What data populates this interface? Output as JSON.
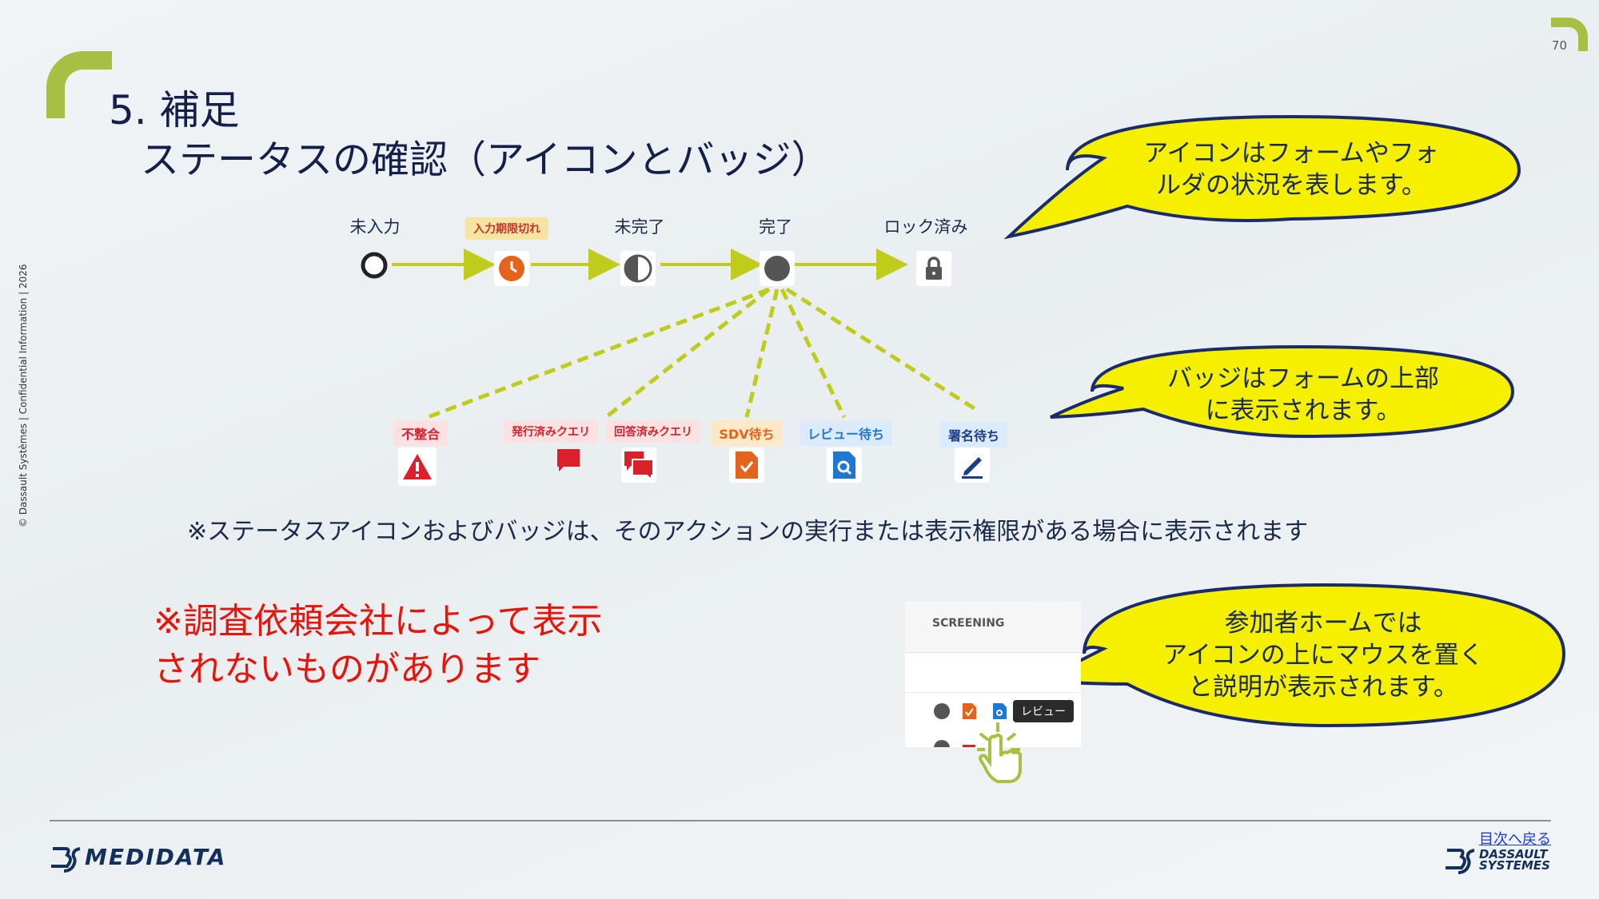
{
  "page_number": "70",
  "title": {
    "line1": "5. 補足",
    "line2": "ステータスの確認（アイコンとバッジ）"
  },
  "side_text": "© Dassault Systèmes | Confidential Information | 2026",
  "statuses": [
    {
      "label": "未入力",
      "icon": "empty-circle-icon"
    },
    {
      "label": "入力期限切れ",
      "icon": "clock-icon",
      "tag_color": "#f7e4a3"
    },
    {
      "label": "未完了",
      "icon": "half-circle-icon"
    },
    {
      "label": "完了",
      "icon": "filled-circle-icon"
    },
    {
      "label": "ロック済み",
      "icon": "lock-icon"
    }
  ],
  "badges": [
    {
      "label": "不整合",
      "icon": "warning-triangle-icon",
      "color": "#d9202b",
      "bg": "#fbe1e1"
    },
    {
      "label": "発行済みクエリ",
      "icon": "speech-bubble-icon",
      "color": "#d9202b",
      "bg": "#fbe1e1"
    },
    {
      "label": "回答済みクエリ",
      "icon": "double-speech-bubble-icon",
      "color": "#d9202b",
      "bg": "#fbe1e1"
    },
    {
      "label": "SDV待ち",
      "icon": "document-check-icon",
      "color": "#e4641b",
      "bg": "#fde9c8"
    },
    {
      "label": "レビュー待ち",
      "icon": "document-search-icon",
      "color": "#1e78d2",
      "bg": "#dcebfb"
    },
    {
      "label": "署名待ち",
      "icon": "pen-icon",
      "color": "#1e78d2",
      "bg": "#dcebfb"
    }
  ],
  "bubbles": {
    "icons": {
      "line1": "アイコンはフォームやフォ",
      "line2": "ルダの状況を表します。"
    },
    "badges": {
      "line1": "バッジはフォームの上部",
      "line2": "に表示されます。"
    },
    "hover": {
      "line1": "参加者ホームでは",
      "line2": "アイコンの上にマウスを置く",
      "line3": "と説明が表示されます。"
    }
  },
  "note": "※ステータスアイコンおよびバッジは、そのアクションの実行または表示権限がある場合に表示されます",
  "red_note": {
    "line1": "※調査依頼会社によって表示",
    "line2": "されないものがあります"
  },
  "panel": {
    "column_header": "SCREENING",
    "tooltip": "レビュー"
  },
  "footer": {
    "brand": "MEDIDATA",
    "toc_link": "目次へ戻る",
    "ds_line1": "DASSAULT",
    "ds_line2": "SYSTEMES"
  },
  "colors": {
    "accent_green": "#a7bf42",
    "connector": "#bfcc1c",
    "bubble_yellow": "#f5f000",
    "bubble_border": "#1b2a6b",
    "title_navy": "#15204a",
    "red": "#e8140a"
  }
}
